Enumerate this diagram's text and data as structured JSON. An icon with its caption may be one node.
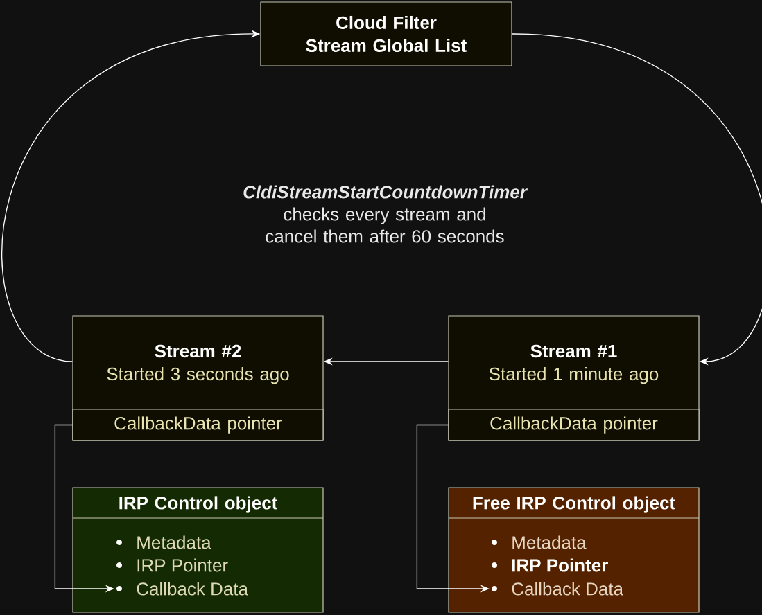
{
  "diagram": {
    "nodes": [
      {
        "text": [
          "Cloud Filter Stream Global List"
        ]
      },
      {
        "text": [
          "Stream #2",
          "Started 3 seconds ago"
        ]
      },
      {
        "text": [
          "CallbackData pointer"
        ],
        "in": 1
      },
      {
        "text": [
          "Stream #1",
          "Started 1 minute ago"
        ]
      },
      {
        "text": [
          "CallbackData pointer"
        ],
        "in": 3
      },
      {
        "text": [
          "IRP Control object"
        ]
      },
      {
        "text": [
          "Metadata"
        ],
        "in": 5
      },
      {
        "text": [
          "IRP Pointer"
        ],
        "in": 5
      },
      {
        "text": [
          "Callback Data"
        ],
        "in": 5
      },
      {
        "text": [
          "Free IRP Control object"
        ]
      },
      {
        "text": [
          "Metadata"
        ],
        "in": 9
      },
      {
        "text": [
          "IRP Pointer"
        ],
        "in": 9
      },
      {
        "text": [
          "Callback Data"
        ],
        "in": 9
      }
    ],
    "edges": [
      {
        "from": 1,
        "to": 0,
        "arrow": "to"
      },
      {
        "from": 0,
        "to": 3,
        "arrow": "to"
      },
      {
        "from": 3,
        "to": 1,
        "arrow": "to"
      },
      {
        "from": 2,
        "to": 8,
        "arrow": "to"
      },
      {
        "from": 4,
        "to": 12,
        "arrow": "to"
      }
    ],
    "labels": [
      "CldiStreamStartCountdownTimer",
      "checks every stream and cancel them after 60 seconds"
    ]
  }
}
